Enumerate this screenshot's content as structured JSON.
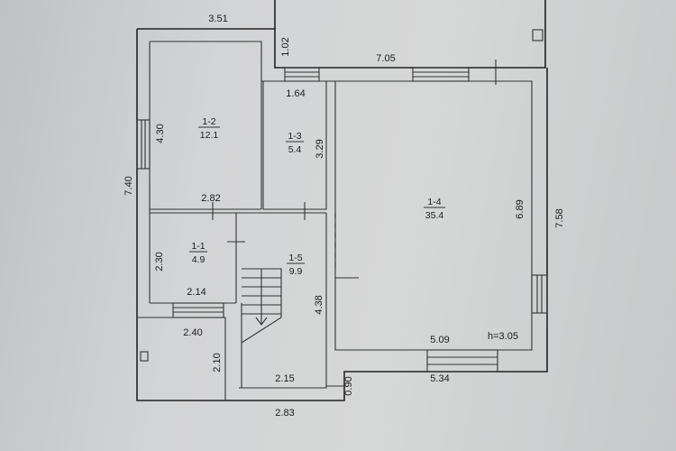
{
  "dimensions": {
    "top_left_width": "3.51",
    "upper_offset": "1.02",
    "top_right_width": "7.05",
    "corridor_width": "1.64",
    "room12_height": "4.30",
    "left_total_height": "7.40",
    "room13_height": "3.29",
    "room12_width": "2.82",
    "room11_height": "2.30",
    "room11_width": "2.14",
    "vestibule_width": "2.40",
    "vestibule_height": "2.10",
    "stair_height": "4.38",
    "stair_width": "2.15",
    "bottom_width": "2.83",
    "step_offset": "0.90",
    "room14_height": "6.89",
    "right_total_height": "7.58",
    "room14_width_inner": "5.09",
    "room14_width_outer": "5.34",
    "ceiling_height": "h=3.05"
  },
  "rooms": [
    {
      "id": "1-1",
      "area": "4.9"
    },
    {
      "id": "1-2",
      "area": "12.1"
    },
    {
      "id": "1-3",
      "area": "5.4"
    },
    {
      "id": "1-4",
      "area": "35.4"
    },
    {
      "id": "1-5",
      "area": "9.9"
    }
  ]
}
